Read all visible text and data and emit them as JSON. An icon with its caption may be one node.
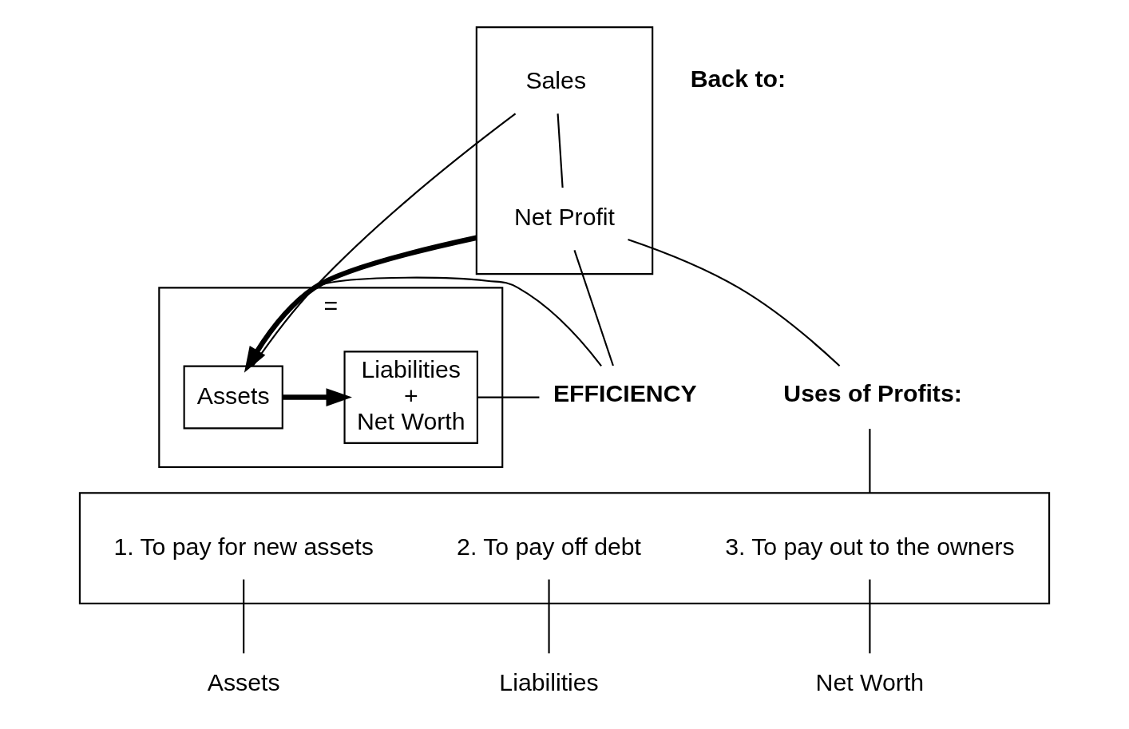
{
  "diagram": {
    "nodes": [
      {
        "text": [],
        "shape": "box"
      },
      {
        "text": [
          "Sales"
        ],
        "in": 0
      },
      {
        "text": [
          "Net Profit"
        ],
        "in": 0
      },
      {
        "text": [
          "="
        ]
      },
      {
        "text": [
          "Assets"
        ],
        "in": 3
      },
      {
        "text": [
          "Liabilities",
          "+",
          "Net Worth"
        ],
        "in": 3
      },
      {
        "text": [
          "EFFICIENCY"
        ]
      },
      {
        "text": [
          "Uses of Profits:"
        ]
      },
      {
        "text": [],
        "shape": "box"
      },
      {
        "text": [
          "1. To pay for new assets"
        ],
        "in": 8
      },
      {
        "text": [
          "2. To pay off debt"
        ],
        "in": 8
      },
      {
        "text": [
          "3. To pay out to the owners"
        ],
        "in": 8
      },
      {
        "text": [
          "Assets"
        ]
      },
      {
        "text": [
          "Liabilities"
        ]
      },
      {
        "text": [
          "Net Worth"
        ]
      }
    ],
    "edges": [
      {
        "from": 0,
        "to": 4,
        "arrow": "to",
        "style": "thick"
      },
      {
        "from": 4,
        "to": 5,
        "arrow": "to",
        "style": "thick"
      },
      {
        "from": 1,
        "to": 4,
        "arrow": "none"
      },
      {
        "from": 1,
        "to": 2,
        "arrow": "none"
      },
      {
        "from": 4,
        "to": 6,
        "arrow": "none"
      },
      {
        "from": 2,
        "to": 6,
        "arrow": "none"
      },
      {
        "from": 6,
        "to": 5,
        "arrow": "none"
      },
      {
        "from": 2,
        "to": 7,
        "arrow": "none"
      },
      {
        "from": 7,
        "to": 8,
        "arrow": "none"
      },
      {
        "from": 9,
        "to": 12,
        "arrow": "none"
      },
      {
        "from": 10,
        "to": 13,
        "arrow": "none"
      },
      {
        "from": 11,
        "to": 14,
        "arrow": "none"
      }
    ],
    "labels": [
      "Back to:"
    ]
  }
}
